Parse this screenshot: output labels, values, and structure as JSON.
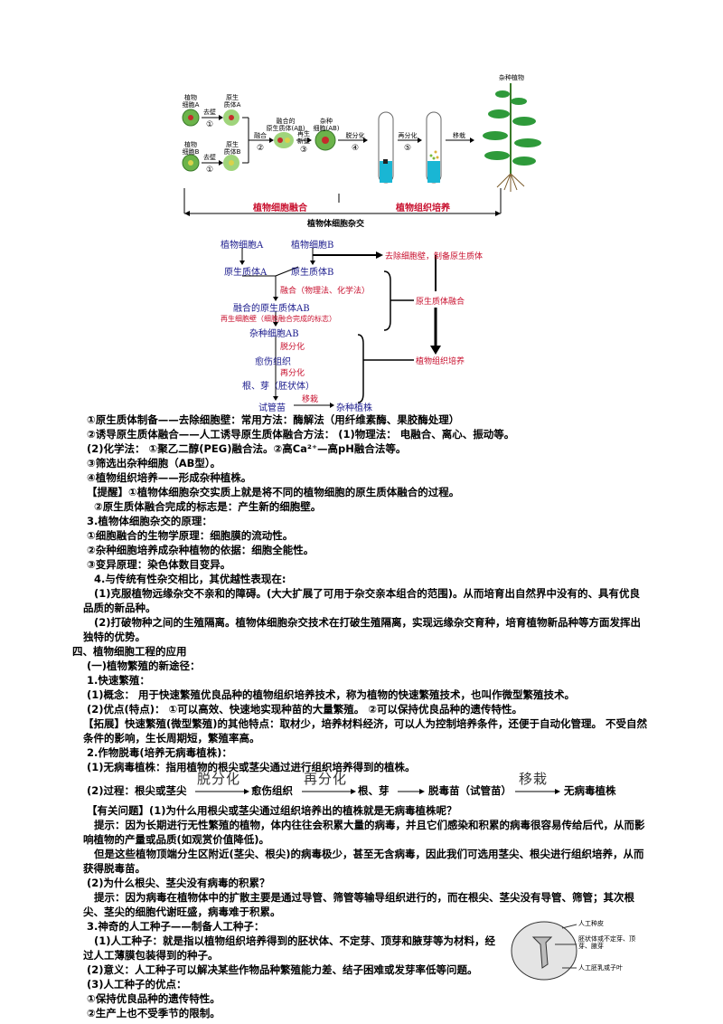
{
  "diagram_top": {
    "labels": {
      "cell_a": "植物\n细胞A",
      "proto_a": "原生\n质体A",
      "cell_b": "植物\n细胞B",
      "proto_b": "原生\n质体B",
      "fused": "融合的\n原生质体(AB)",
      "hybrid": "杂种\n细胞(AB)",
      "remove_wall": "去壁",
      "fuse": "融合",
      "regen": "再生\n新壁",
      "dediff": "脱分化",
      "rediff": "再分化",
      "transplant": "移栽",
      "plant": "杂种植物",
      "s1": "①",
      "s2": "②",
      "s3": "③",
      "s4": "④",
      "s5": "⑤"
    },
    "bar_left": "植物细胞融合",
    "bar_right": "植物组织培养",
    "caption": "植物体细胞杂交"
  },
  "flow": {
    "cell_a": "植物细胞A",
    "cell_b": "植物细胞B",
    "proto_a": "原生质体A",
    "proto_b": "原生质体B",
    "remove_wall": "去除细胞壁，制备原生质体",
    "fusion_method": "融合（物理法、化学法）",
    "fused": "融合的原生质体AB",
    "regen": "再生细胞壁（细胞融合完成的标志）",
    "hybrid": "杂种细胞AB",
    "dediff": "脱分化",
    "callus": "愈伤组织",
    "rediff": "再分化",
    "organs": "根、芽（胚状体）",
    "plantlet": "试管苗",
    "transplant": "移栽",
    "final": "杂种植株",
    "side1": "原生质体融合",
    "side2": "植物组织培养"
  },
  "text": {
    "l1": "①原生质体制备——去除细胞壁：常用方法：酶解法（用纤维素酶、果胶酶处理）",
    "l2": "②诱导原生质体融合——人工诱导原生质体融合方法： (1)物理法：   电融合、离心、振动等。",
    "l3": "(2)化学法： ①聚乙二醇(PEG)融合法。②高Ca²⁺—高pH融合法等。",
    "l4": "③筛选出杂种细胞（AB型）。",
    "l5": "④植物组织培养——形成杂种植株。",
    "l6": "【提醒】①植物体细胞杂交实质上就是将不同的植物细胞的原生质体融合的过程。",
    "l7": "②原生质体融合完成的标志是：产生新的细胞壁。",
    "l8": "3.植物体细胞杂交的原理：",
    "l9": "①细胞融合的生物学原理：细胞膜的流动性。",
    "l10": "②杂种细胞培养成杂种植物的依据：细胞全能性。",
    "l11": "③变异原理：染色体数目变异。",
    "l12": "4.与传统有性杂交相比，其优越性表现在:",
    "l13": "(1)克服植物远缘杂交不亲和的障碍。(大大扩展了可用于杂交亲本组合的范围)。从而培育出自然界中没有的、具有优良品质的新品种。",
    "l14": "(2)打破物种之间的生殖隔离。植物体细胞杂交技术在打破生殖隔离，实现远缘杂交育种，培育植物新品种等方面发挥出独特的优势。",
    "l15": "四、植物细胞工程的应用",
    "l16": "(一)植物繁殖的新途径：",
    "l17": "1.快速繁殖：",
    "l18": "(1)概念：  用于快速繁殖优良品种的植物组织培养技术，称为植物的快速繁殖技术，也叫作微型繁殖技术。",
    "l19": "(2)优点(特点)：  ①可以高效、快速地实现种苗的大量繁殖。 ②可以保持优良品种的遗传特性。",
    "l20": "【拓展】快速繁殖(微型繁殖)的其他特点：取材少，培养材料经济，可以人为控制培养条件，还便于自动化管理。 不受自然条件的影响，生长周期短，繁殖率高。",
    "l21": "2.作物脱毒(培养无病毒植株)：",
    "l22": "(1)无病毒植株：指用植物的根尖或茎尖通过进行组织培养得到的植株。",
    "l23a": "(2)过程：根尖或茎尖",
    "l23w1": "脱分化",
    "l23b": "愈伤组织",
    "l23w2": "再分化",
    "l23c": "根、芽",
    "l23d": "脱毒苗（试管苗）",
    "l23w3": "移栽",
    "l23e": "无病毒植株",
    "l24": "【有关问题】(1)为什么用根尖或茎尖通过组织培养出的植株就是无病毒植株呢？",
    "l25": "提示：因为长期进行无性繁殖的植物，体内往往会积累大量的病毒，并且它们感染和积累的病毒很容易传给后代，从而影响植物的产量或品质(如观赏价值降低)。",
    "l26": "但是这些植物顶端分生区附近(茎尖、根尖)的病毒极少，甚至无含病毒，因此我们可选用茎尖、根尖进行组织培养，从而获得脱毒苗。",
    "l27": "(2)为什么根尖、茎尖没有病毒的积累？",
    "l28": "提示：因为病毒在植物体中的扩散主要是通过导管、筛管等输导组织进行的，而在根尖、茎尖没有导管、筛管；其次根尖、茎尖的细胞代谢旺盛，病毒难于积累。",
    "l29": "3.神奇的人工种子——制备人工种子：",
    "l30": "(1)人工种子：就是指以植物组织培养得到的胚状体、不定芽、顶芽和腋芽等为材料，经过人工薄膜包装得到的种子。",
    "l31": "(2)意义：人工种子可以解决某些作物品种繁殖能力差、结子困难或发芽率低等问题。",
    "l32": "(3)人工种子的优点：",
    "l33": "①保持优良品种的遗传特性。",
    "l34": "②生产上也不受季节的限制。"
  },
  "seed_fig": {
    "coat": "人工种皮",
    "embryo": "胚状体或不定芽、顶芽、腋芽",
    "endo": "人工胚乳或子叶"
  }
}
